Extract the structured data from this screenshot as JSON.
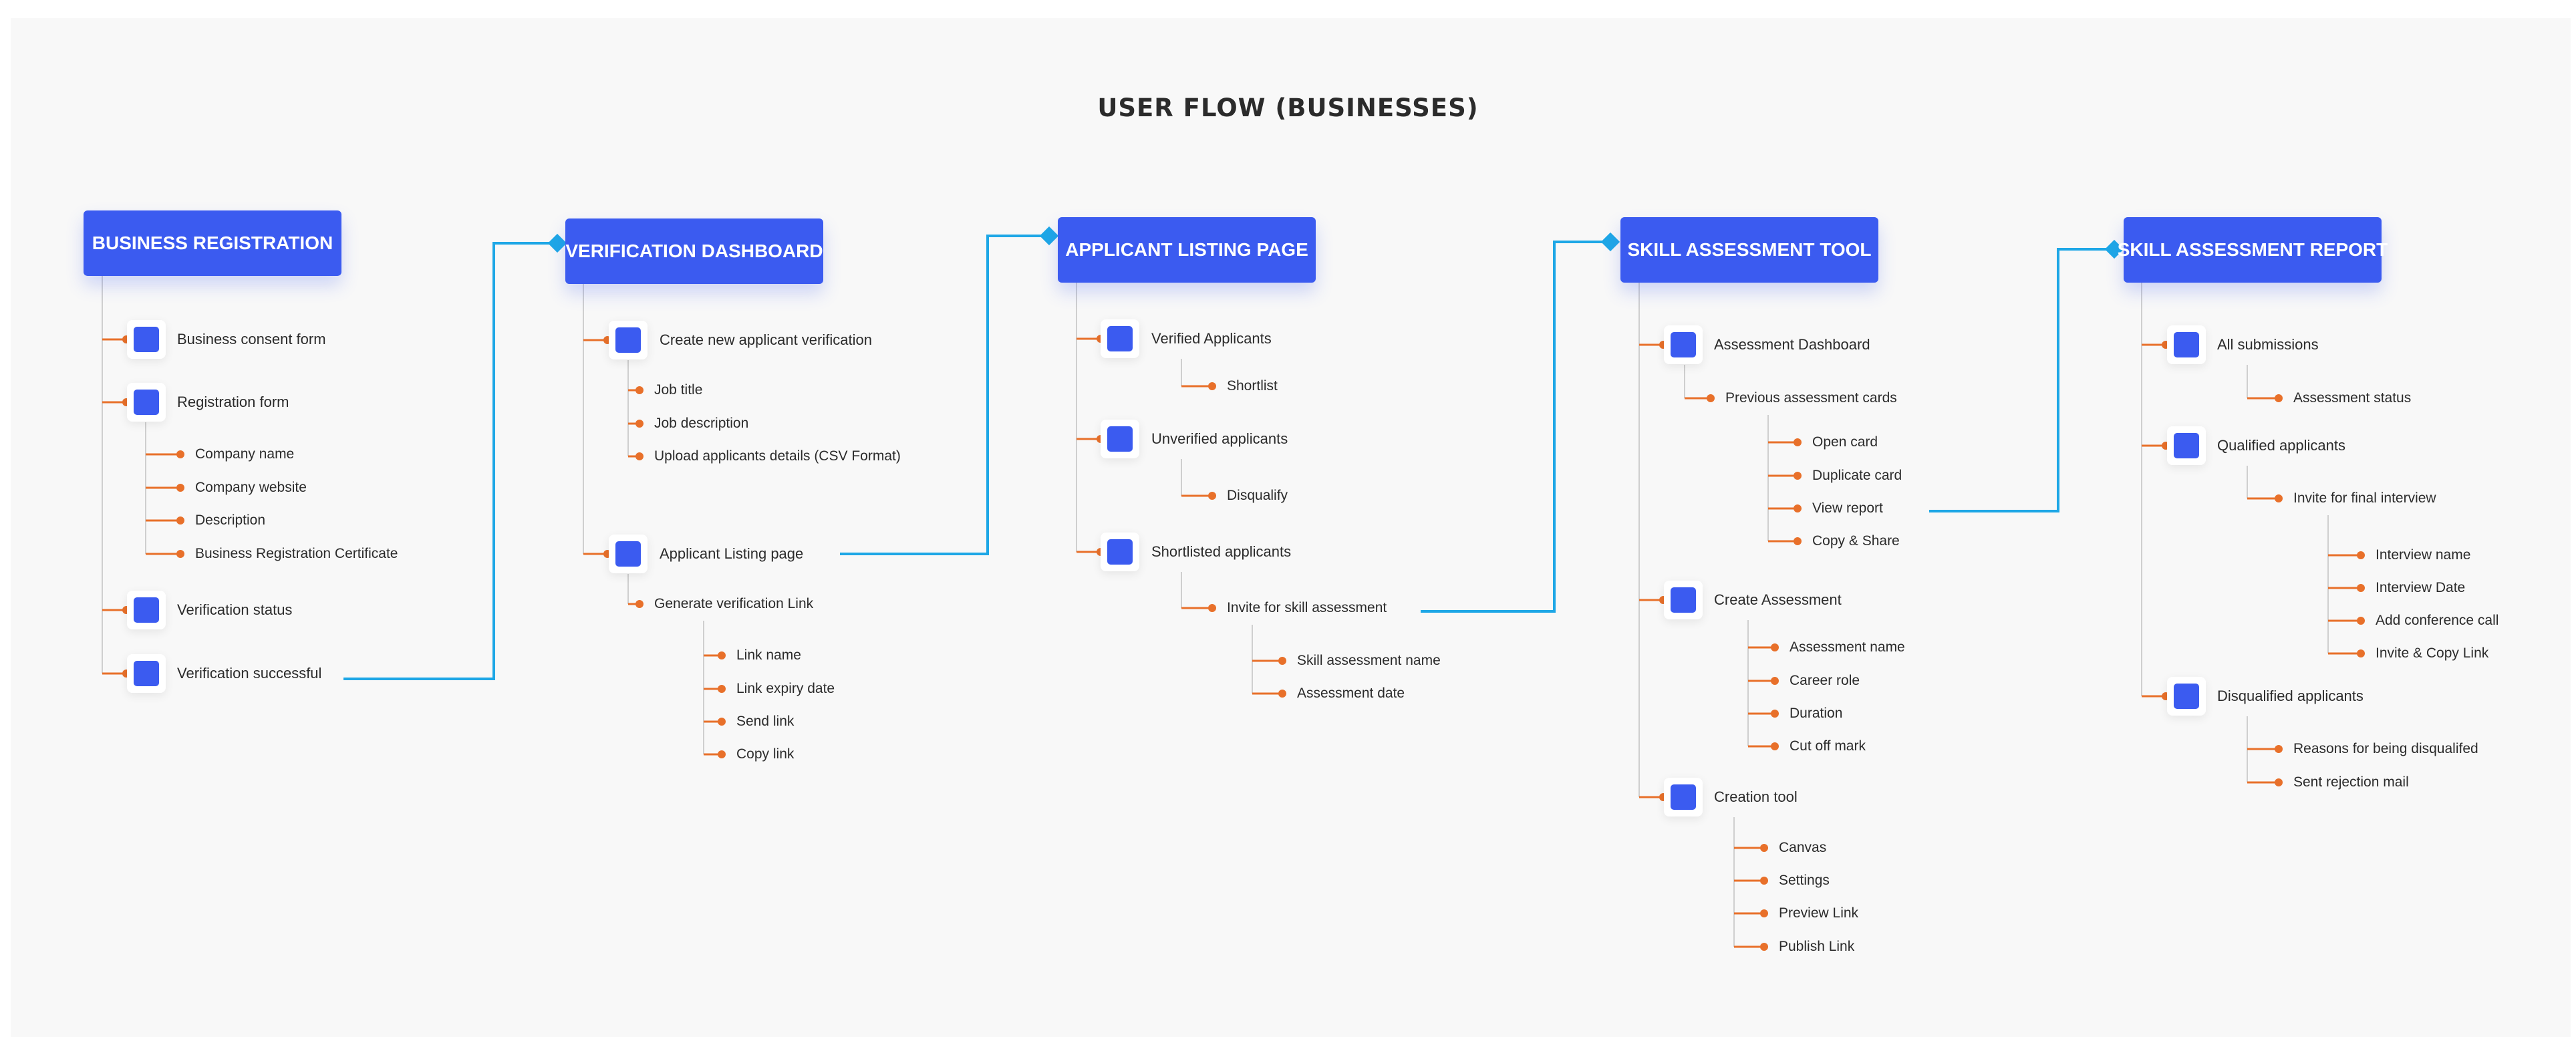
{
  "title": "USER FLOW (BUSINESSES)",
  "colors": {
    "header": "#3b5bf0",
    "connector": "#1ea7e6",
    "branch": "#e8702a",
    "stem": "#cfcfcf"
  },
  "columns": [
    {
      "header": "BUSINESS REGISTRATION",
      "items": [
        {
          "label": "Business consent form",
          "children": []
        },
        {
          "label": "Registration form",
          "children": [
            "Company name",
            "Company website",
            "Description",
            "Business Registration Certificate"
          ]
        },
        {
          "label": "Verification status",
          "children": []
        },
        {
          "label": "Verification successful",
          "children": []
        }
      ]
    },
    {
      "header": "VERIFICATION DASHBOARD",
      "items": [
        {
          "label": "Create new applicant verification",
          "children": [
            "Job title",
            "Job description",
            "Upload applicants details (CSV Format)"
          ]
        },
        {
          "label": "Applicant Listing page",
          "children": [
            "Generate verification Link"
          ],
          "grandchildren": [
            "Link name",
            "Link expiry date",
            "Send link",
            "Copy link"
          ]
        }
      ]
    },
    {
      "header": "APPLICANT LISTING PAGE",
      "items": [
        {
          "label": "Verified Applicants",
          "children": [
            "Shortlist"
          ]
        },
        {
          "label": "Unverified applicants",
          "children": [
            "Disqualify"
          ]
        },
        {
          "label": "Shortlisted applicants",
          "children": [
            "Invite for skill assessment"
          ],
          "grandchildren": [
            "Skill assessment name",
            "Assessment date"
          ]
        }
      ]
    },
    {
      "header": "SKILL ASSESSMENT TOOL",
      "items": [
        {
          "label": "Assessment Dashboard",
          "children": [
            "Previous assessment cards"
          ],
          "grandchildren": [
            "Open card",
            "Duplicate card",
            "View report",
            "Copy & Share"
          ]
        },
        {
          "label": "Create Assessment",
          "children": [
            "Assessment name",
            "Career role",
            "Duration",
            "Cut off mark"
          ]
        },
        {
          "label": "Creation tool",
          "children": [
            "Canvas",
            "Settings",
            "Preview Link",
            "Publish Link"
          ]
        }
      ]
    },
    {
      "header": "SKILL ASSESSMENT REPORT",
      "items": [
        {
          "label": "All submissions",
          "children": [
            "Assessment status"
          ]
        },
        {
          "label": "Qualified applicants",
          "children": [
            "Invite for final interview"
          ],
          "grandchildren": [
            "Interview name",
            "Interview Date",
            "Add conference call",
            "Invite & Copy Link"
          ]
        },
        {
          "label": "Disqualified applicants",
          "children": [
            "Reasons for being disqualifed",
            "Sent rejection mail"
          ]
        }
      ]
    }
  ]
}
